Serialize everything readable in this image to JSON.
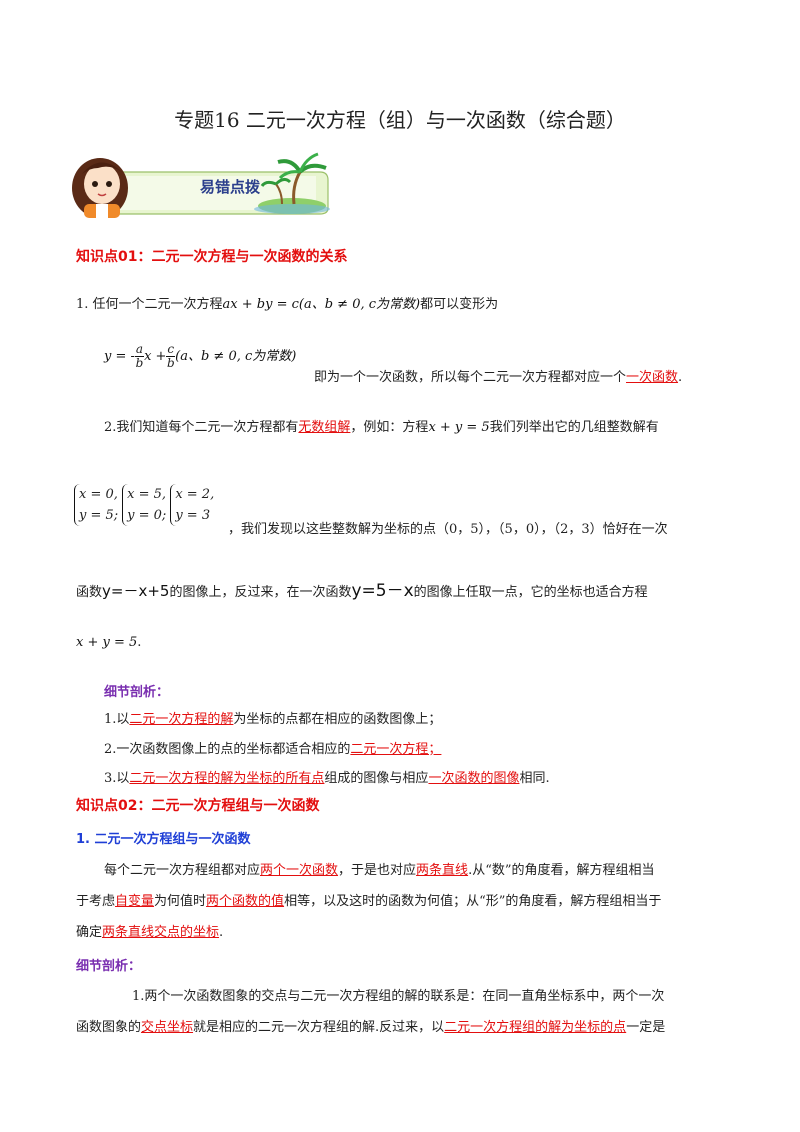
{
  "title": "专题16 二元一次方程（组）与一次函数（综合题）",
  "banner": {
    "label": "易错点拨"
  },
  "kp1": {
    "heading": "知识点01：二元一次方程与一次函数的关系",
    "p1_pre": "1.  任何一个二元一次方程",
    "p1_eq": "ax + by = c(a、b ≠ 0, c为常数)",
    "p1_post": "都可以变形为",
    "p2_y": "y = -",
    "p2_fa_num": "a",
    "p2_fa_den": "b",
    "p2_mid": "x +",
    "p2_fc_num": "c",
    "p2_fc_den": "b",
    "p2_tail": "(a、b ≠ 0, c为常数)",
    "p2_text": "即为一个一次函数，所以每个二元一次方程都对应一个",
    "p2_u": "一次函数",
    "p2_end": ".",
    "p3_pre": "2.我们知道每个二元一次方程都有",
    "p3_u": "无数组解",
    "p3_mid": "，例如：方程",
    "p3_eq": "x + y = 5",
    "p3_post": "我们列举出它的几组整数解有",
    "sys1": [
      "x = 0,",
      "y = 5;"
    ],
    "sys2": [
      "x = 5,",
      "y = 0;"
    ],
    "sys3": [
      "x = 2,",
      "y = 3"
    ],
    "p4_text": "，我们发现以这些整数解为坐标的点（0，5），（5，0），（2，3）恰好在一次",
    "p5_pre": "函数",
    "p5_eq1": "y=－x+5",
    "p5_mid": "的图像上，反过来，在一次函数",
    "p5_eq2": "y=5－x",
    "p5_post": "的图像上任取一点，它的坐标也适合方程",
    "p6_eq": "x + y = 5",
    "p6_end": ".",
    "detail_heading": "细节剖析：",
    "d1_pre": "1.以",
    "d1_u": "二元一次方程的解",
    "d1_post": "为坐标的点都在相应的函数图像上；",
    "d2_pre": "2.一次函数图像上的点的坐标都适合相应的",
    "d2_u": "二元一次方程；",
    "d3_pre": "3.以",
    "d3_u1": "二元一次方程的解为坐标的所有点",
    "d3_mid": "组成的图像与相应",
    "d3_u2": "一次函数的图像",
    "d3_post": "相同."
  },
  "kp2": {
    "heading": "知识点02：二元一次方程组与一次函数",
    "sub": "1.  二元一次方程组与一次函数",
    "l1_pre": "每个二元一次方程组都对应",
    "l1_u1": "两个一次函数",
    "l1_mid": "，于是也对应",
    "l1_u2": "两条直线",
    "l1_post": ".从“数”的角度看，解方程组相当",
    "l2_pre": "于考虑",
    "l2_u1": "自变量",
    "l2_mid": "为何值时",
    "l2_u2": "两个函数的值",
    "l2_post": "相等，以及这时的函数为何值；从“形”的角度看，解方程组相当于",
    "l3_pre": "确定",
    "l3_u": "两条直线交点的坐标",
    "l3_post": ".",
    "detail_heading": "细节剖析：",
    "l4": "1.两个一次函数图象的交点与二元一次方程组的解的联系是：在同一直角坐标系中，两个一次",
    "l5_pre": "函数图象的",
    "l5_u1": "交点坐标",
    "l5_mid": "就是相应的二元一次方程组的解.反过来，以",
    "l5_u2": "二元一次方程组的解为坐标的点",
    "l5_post": "一定是"
  }
}
